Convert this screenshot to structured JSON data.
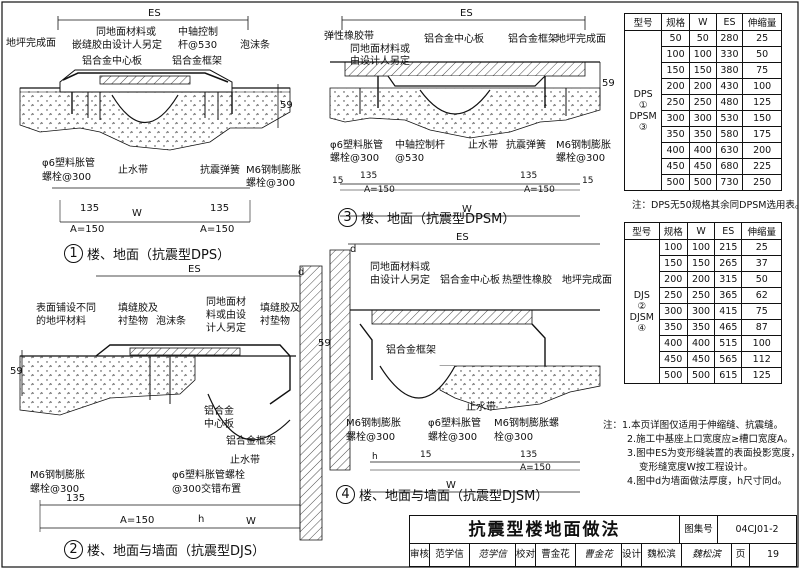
{
  "drawing": {
    "detail1": {
      "number": "1",
      "title": "楼、地面（抗震型DPS）",
      "dim_es": "ES",
      "dim_w": "W",
      "dim_135": "135",
      "dim_a": "A=150",
      "dim_59": "59",
      "labels": {
        "floor_finish": "地坪完成面",
        "same_material": "同地面材料或",
        "caulk_designer": "嵌缝胶由设计人另定",
        "center_plate": "铝合金中心板",
        "pivot_rod": "中轴控制",
        "pivot_rod2": "杆@530",
        "foam": "泡沫条",
        "frame": "铝合金框架",
        "anchor_pipe": "φ6塑料胀管",
        "anchor_pipe2": "螺栓@300",
        "waterstop": "止水带",
        "seismic_spring": "抗震弹簧",
        "m6_bolt": "M6钢制膨胀",
        "m6_bolt2": "螺栓@300"
      }
    },
    "detail2": {
      "number": "2",
      "title": "楼、地面与墙面（抗震型DJS）",
      "dim_es": "ES",
      "dim_w": "W",
      "dim_135": "135",
      "dim_a": "A=150",
      "dim_59": "59",
      "dim_d": "d",
      "dim_h": "h",
      "labels": {
        "surface_note": "表面铺设不同",
        "surface_note2": "的地坪材料",
        "filler": "填缝胶及",
        "filler2": "衬垫物",
        "foam": "泡沫条",
        "same_material": "同地面材",
        "same_material2": "料或由设",
        "same_material3": "计人另定",
        "filler_r": "填缝胶及",
        "filler_r2": "衬垫物",
        "center_plate": "铝合金",
        "center_plate2": "中心板",
        "frame": "铝合金框架",
        "waterstop": "止水带",
        "m6_bolt": "M6钢制膨胀",
        "m6_bolt2": "螺栓@300",
        "anchor_pipe": "φ6塑料胀管螺栓",
        "anchor_pipe2": "@300交错布置"
      }
    },
    "detail3": {
      "number": "3",
      "title": "楼、地面（抗震型DPSM）",
      "dim_es": "ES",
      "dim_w": "W",
      "dim_135": "135",
      "dim_a": "A=150",
      "dim_59": "59",
      "dim_15": "15",
      "labels": {
        "elastic_rubber": "弹性橡胶带",
        "same_material": "同地面材料或",
        "same_material2": "由设计人另定",
        "center_plate": "铝合金中心板",
        "frame": "铝合金框架",
        "floor_finish": "地坪完成面",
        "anchor_pipe": "φ6塑料胀管",
        "anchor_pipe2": "螺栓@300",
        "pivot_rod": "中轴控制杆",
        "pivot_rod2": "@530",
        "waterstop": "止水带",
        "seismic_spring": "抗震弹簧",
        "m6_bolt": "M6钢制膨胀",
        "m6_bolt2": "螺栓@300"
      }
    },
    "detail4": {
      "number": "4",
      "title": "楼、地面与墙面（抗震型DJSM）",
      "dim_es": "ES",
      "dim_w": "W",
      "dim_135": "135",
      "dim_a": "A=150",
      "dim_59": "59",
      "dim_15": "15",
      "dim_d": "d",
      "dim_h": "h",
      "labels": {
        "same_material": "同地面材料或",
        "same_material2": "由设计人另定",
        "center_plate": "铝合金中心板",
        "thermo_rubber": "热塑性橡胶",
        "floor_finish": "地坪完成面",
        "frame": "铝合金框架",
        "waterstop": "止水带",
        "m6_bolt_l": "M6钢制膨胀",
        "m6_bolt_l2": "螺栓@300",
        "anchor_pipe": "φ6塑料胀管",
        "anchor_pipe2": "螺栓@300",
        "m6_bolt_r": "M6钢制膨胀螺",
        "m6_bolt_r2": "栓@300"
      }
    }
  },
  "table1": {
    "headers": [
      "型号",
      "规格",
      "W",
      "ES",
      "伸缩量"
    ],
    "model": [
      "DPS",
      "①",
      "DPSM",
      "③"
    ],
    "rows": [
      [
        "50",
        "50",
        "280",
        "25"
      ],
      [
        "100",
        "100",
        "330",
        "50"
      ],
      [
        "150",
        "150",
        "380",
        "75"
      ],
      [
        "200",
        "200",
        "430",
        "100"
      ],
      [
        "250",
        "250",
        "480",
        "125"
      ],
      [
        "300",
        "300",
        "530",
        "150"
      ],
      [
        "350",
        "350",
        "580",
        "175"
      ],
      [
        "400",
        "400",
        "630",
        "200"
      ],
      [
        "450",
        "450",
        "680",
        "225"
      ],
      [
        "500",
        "500",
        "730",
        "250"
      ]
    ],
    "note": "注：DPS无50规格其余同DPSM选用表。"
  },
  "table2": {
    "headers": [
      "型号",
      "规格",
      "W",
      "ES",
      "伸缩量"
    ],
    "model": [
      "DJS",
      "②",
      "DJSM",
      "④"
    ],
    "rows": [
      [
        "100",
        "100",
        "215",
        "25"
      ],
      [
        "150",
        "150",
        "265",
        "37"
      ],
      [
        "200",
        "200",
        "315",
        "50"
      ],
      [
        "250",
        "250",
        "365",
        "62"
      ],
      [
        "300",
        "300",
        "415",
        "75"
      ],
      [
        "350",
        "350",
        "465",
        "87"
      ],
      [
        "400",
        "400",
        "515",
        "100"
      ],
      [
        "450",
        "450",
        "565",
        "112"
      ],
      [
        "500",
        "500",
        "615",
        "125"
      ]
    ]
  },
  "notes": [
    "注：1.本页详图仅适用于伸缩缝、抗震缝。",
    "2.施工中基座上口宽度应≥槽口宽度A。",
    "3.图中ES为变形缝装置的表面投影宽度，",
    "变形缝宽度W按工程设计。",
    "4.图中d为墙面做法厚度，h尺寸同d。"
  ],
  "title_block": {
    "title": "抗震型楼地面做法",
    "atlas_label": "图集号",
    "atlas_no": "04CJ01-2",
    "review_label": "审核",
    "reviewer": "范学信",
    "reviewer_sig": "范学信",
    "check_label": "校对",
    "checker": "曹金花",
    "checker_sig": "曹金花",
    "design_label": "设计",
    "designer": "魏松滨",
    "designer_sig": "魏松滨",
    "page_label": "页",
    "page_no": "19"
  }
}
